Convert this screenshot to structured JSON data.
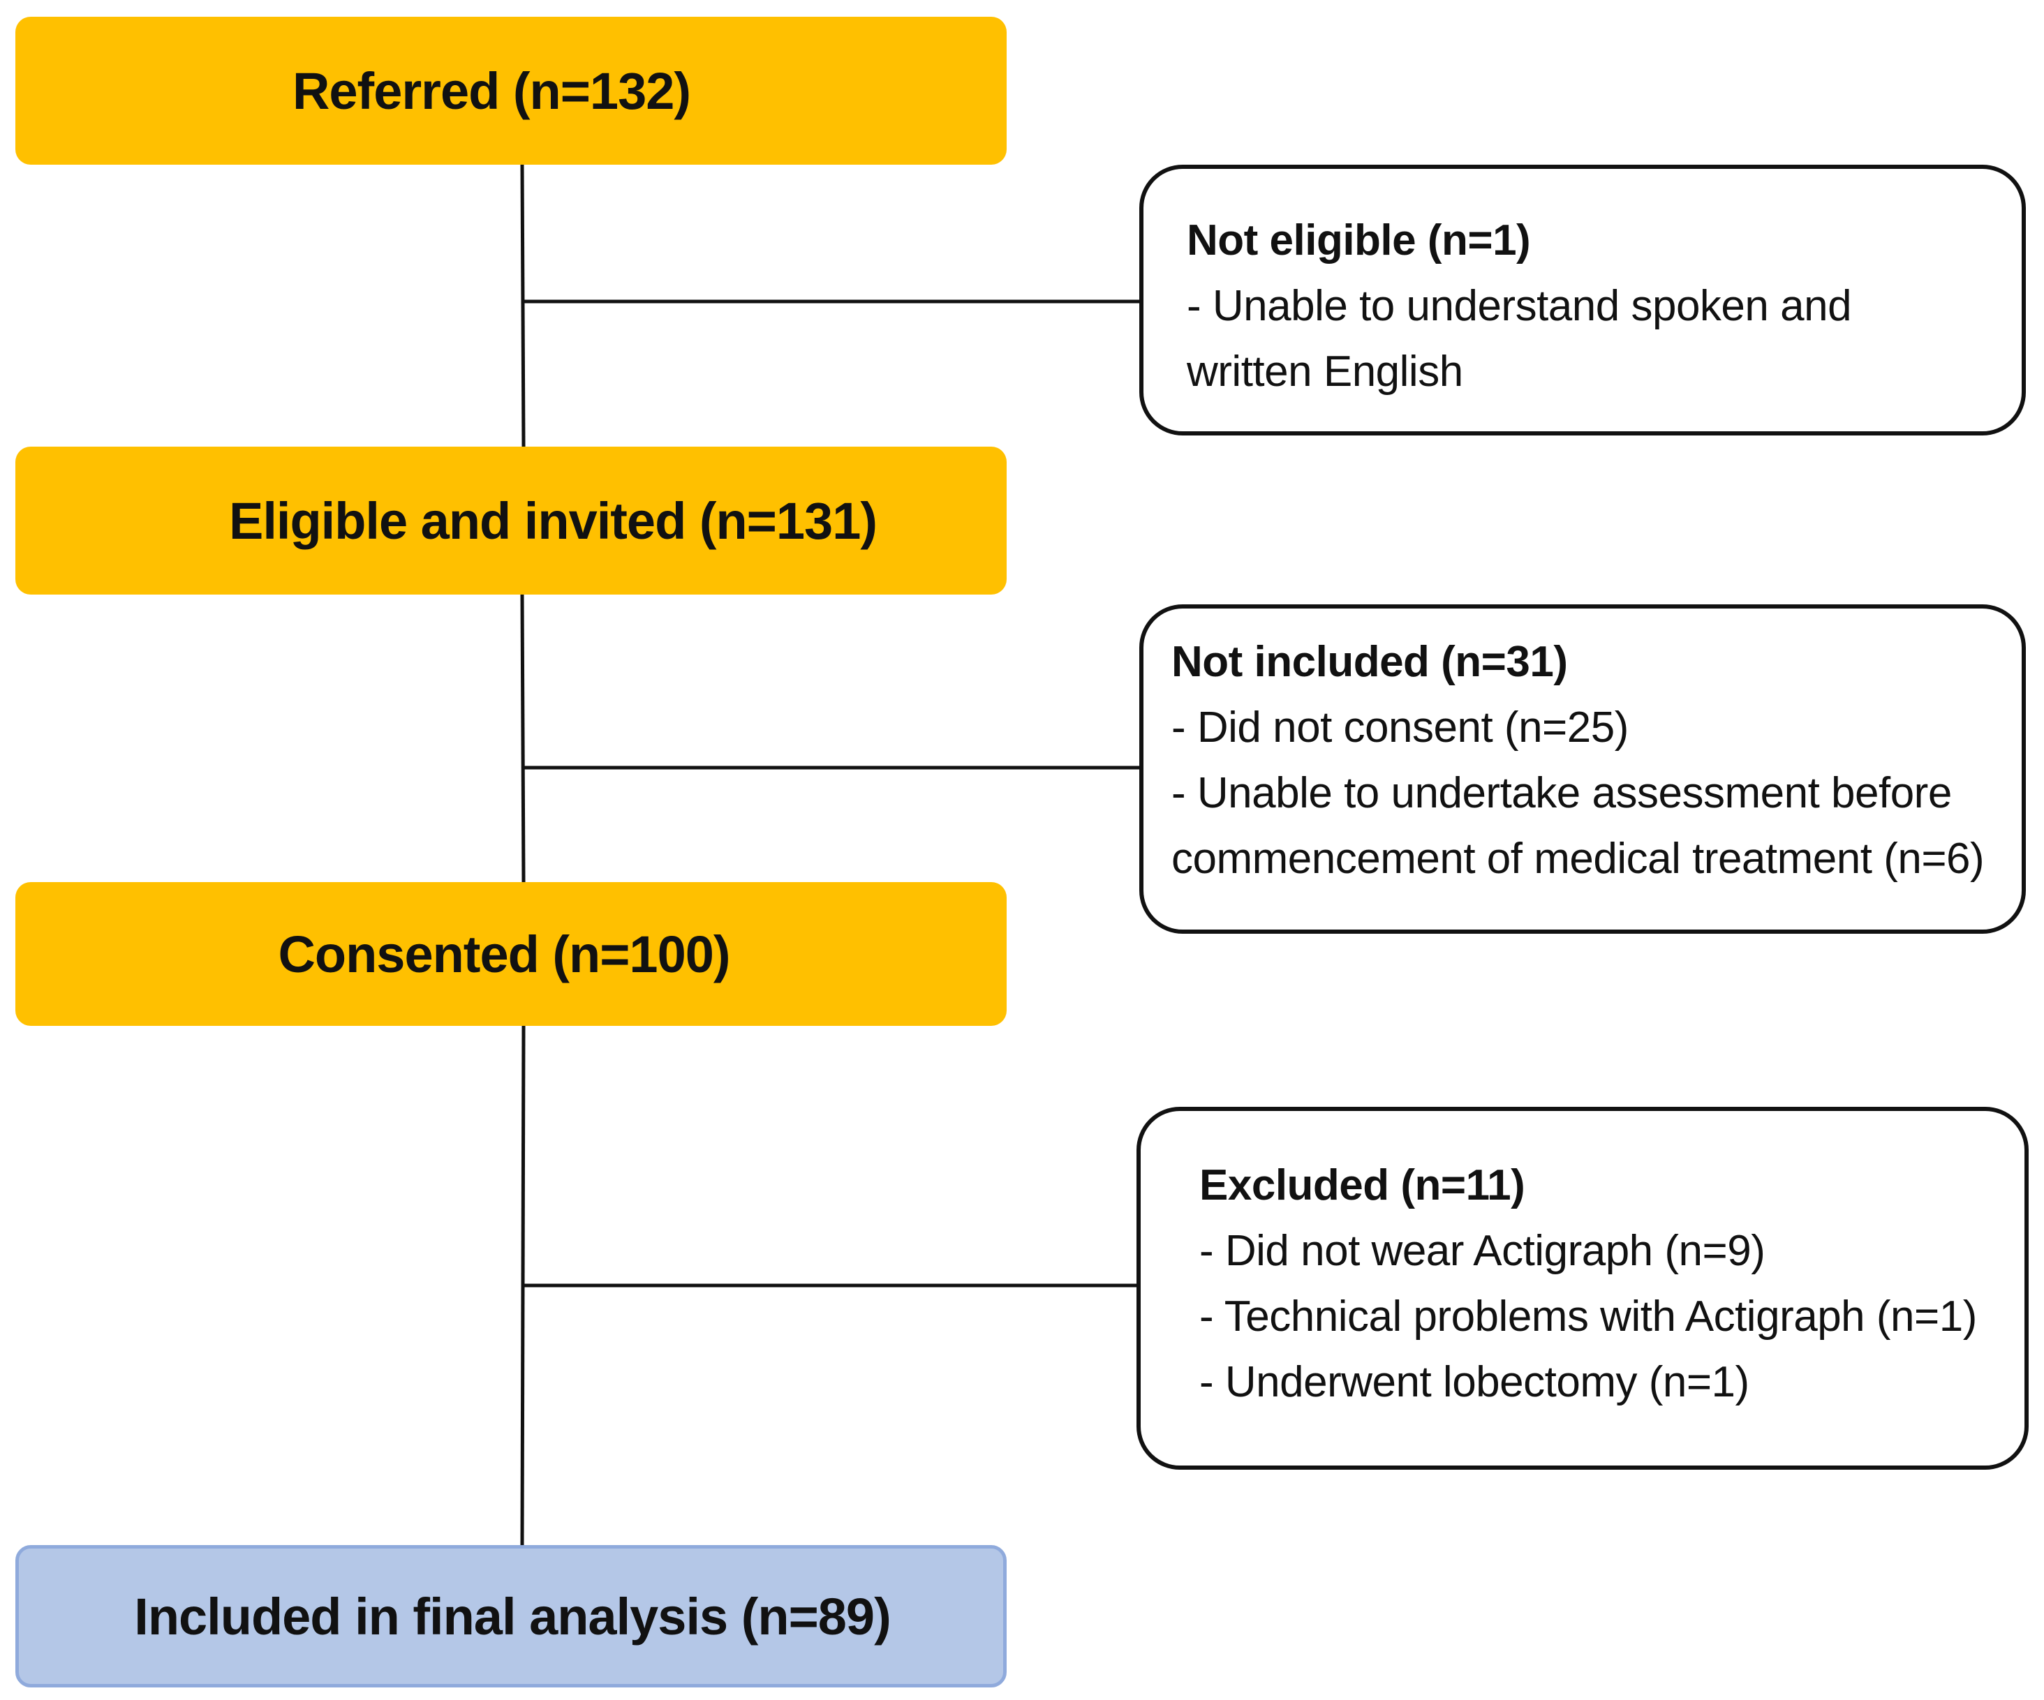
{
  "flow": {
    "referred": "Referred (n=132)",
    "eligible": "Eligible and invited (n=131)",
    "consented": "Consented (n=100)",
    "included": "Included in final analysis (n=89)"
  },
  "not_eligible": {
    "title": "Not eligible (n=1)",
    "lines": [
      "- Unable to understand spoken and",
      "written English"
    ]
  },
  "not_included": {
    "title": "Not included (n=31)",
    "lines": [
      "- Did not consent (n=25)",
      "- Unable to undertake assessment before",
      "commencement of medical treatment (n=6)"
    ]
  },
  "excluded": {
    "title": "Excluded (n=11)",
    "lines": [
      "- Did not wear Actigraph (n=9)",
      "- Technical problems with Actigraph (n=1)",
      "- Underwent lobectomy (n=1)"
    ]
  },
  "colors": {
    "stage_fill": "#FFC000",
    "final_fill": "#B4C7E7",
    "final_border": "#8FAADC",
    "line": "#111111"
  }
}
